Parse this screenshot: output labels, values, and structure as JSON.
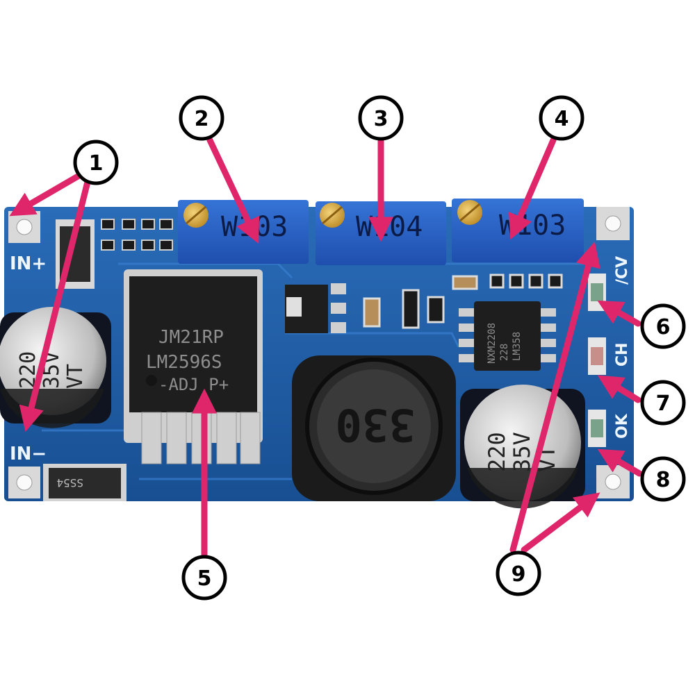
{
  "board_labels": {
    "in_plus": "IN+",
    "in_minus": "IN−",
    "cv_cc": "/CV",
    "ch": "CH",
    "ok": "OK"
  },
  "potentiometers": {
    "left": "W103",
    "middle": "W104",
    "right": "W103"
  },
  "regulator": {
    "line1": "JM21RP",
    "line2": "LM2596S",
    "line3": "-ADJ  P+"
  },
  "inductor": {
    "marking": "330"
  },
  "capacitor_left": {
    "line1": "220",
    "line2": "35V",
    "line3": "VT"
  },
  "capacitor_right": {
    "line1": "220",
    "line2": "35V",
    "line3": "VT"
  },
  "opamp": {
    "line1": "LM358",
    "line2": "228",
    "line3": "NXM2208"
  },
  "diode": {
    "marking": "SS54"
  },
  "callouts": [
    "1",
    "2",
    "3",
    "4",
    "5",
    "6",
    "7",
    "8",
    "9"
  ],
  "colors": {
    "pcb": "#1f5fa8",
    "arrow": "#e0266b",
    "trimpot": "#2a62c9",
    "chip": "#1e1e1e"
  }
}
